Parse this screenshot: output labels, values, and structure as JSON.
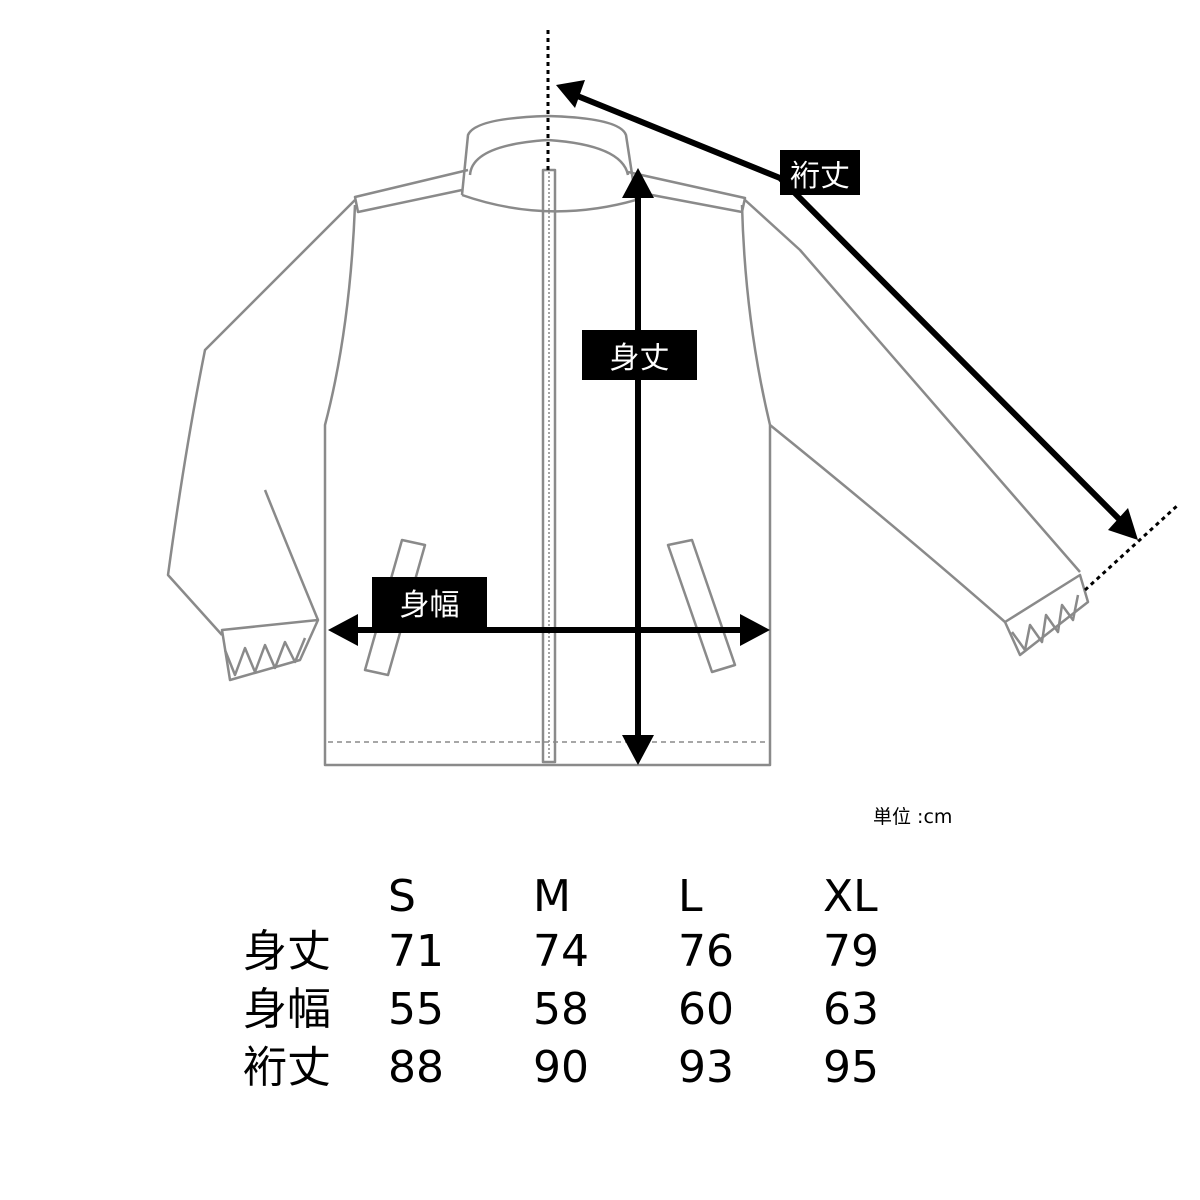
{
  "labels": {
    "sleeve_length": "裄丈",
    "body_length": "身丈",
    "body_width": "身幅"
  },
  "unit": "単位 :cm",
  "table": {
    "sizes": [
      "S",
      "M",
      "L",
      "XL"
    ],
    "rows": [
      {
        "label": "身丈",
        "values": [
          "71",
          "74",
          "76",
          "79"
        ]
      },
      {
        "label": "身幅",
        "values": [
          "55",
          "58",
          "60",
          "63"
        ]
      },
      {
        "label": "裄丈",
        "values": [
          "88",
          "90",
          "93",
          "95"
        ]
      }
    ]
  },
  "colors": {
    "outline": "#8a8a8a",
    "arrow": "#000000"
  }
}
